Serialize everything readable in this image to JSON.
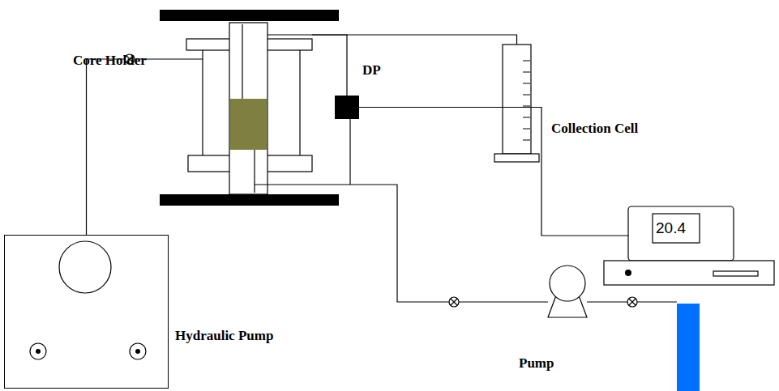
{
  "diagram": {
    "nodes": [
      {
        "text": [
          "Core Holder"
        ]
      },
      {
        "text": [
          "DP"
        ]
      },
      {
        "text": [
          "Collection Cell"
        ]
      },
      {
        "text": [
          "20.4"
        ]
      },
      {
        "text": [
          "Hydraulic Pump"
        ]
      },
      {
        "text": [
          "Pump"
        ]
      }
    ],
    "edges": [
      {
        "from": 4,
        "to": 0,
        "arrow": "none"
      },
      {
        "from": 0,
        "to": 2,
        "arrow": "none"
      },
      {
        "from": 0,
        "to": 1,
        "arrow": "none"
      },
      {
        "from": 1,
        "to": 3,
        "arrow": "none"
      },
      {
        "from": 5,
        "to": 0,
        "arrow": "none"
      }
    ]
  }
}
